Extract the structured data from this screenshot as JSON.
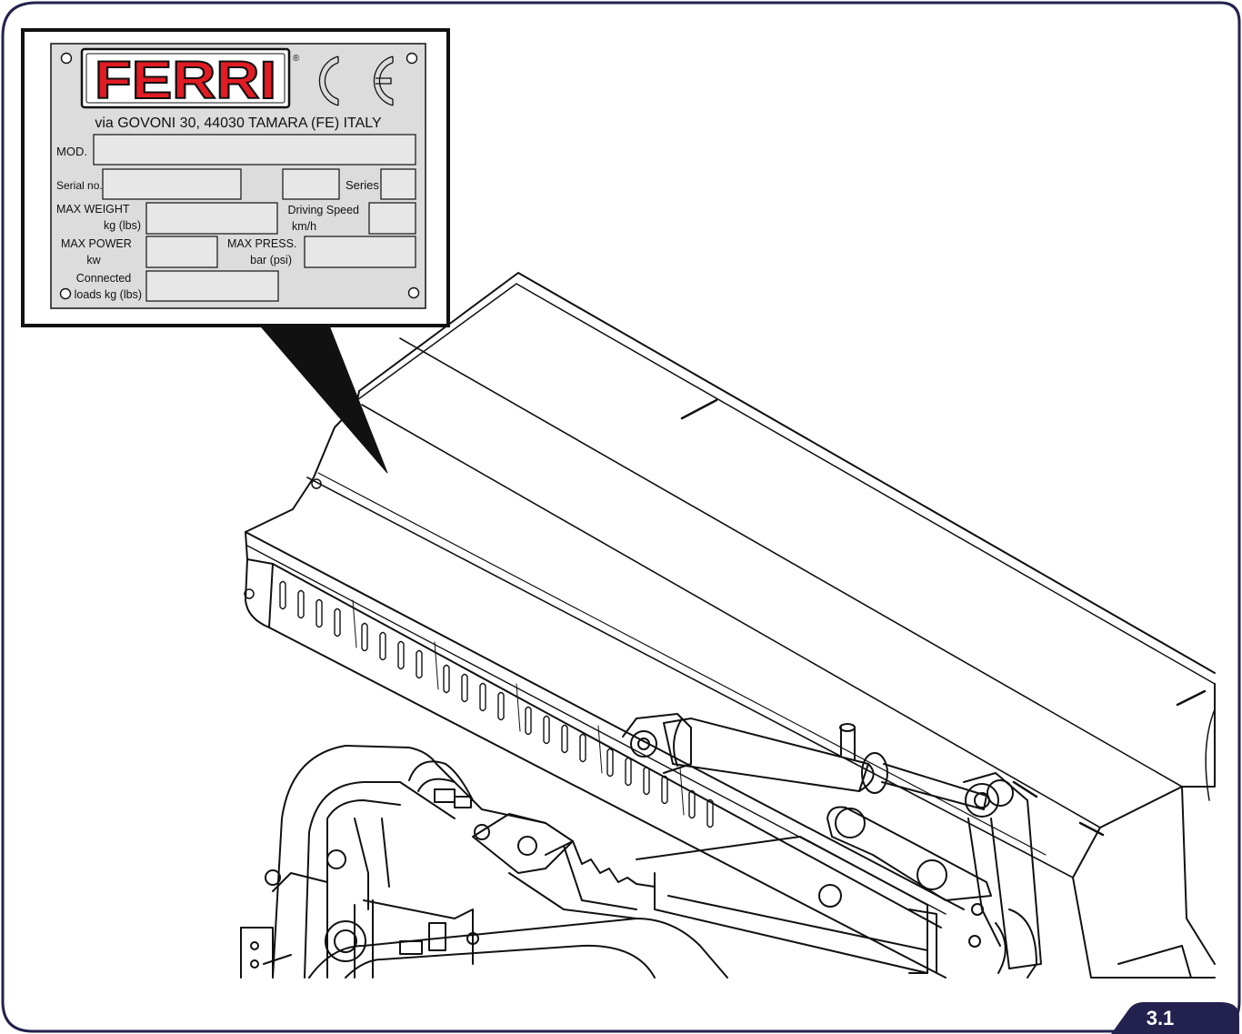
{
  "colors": {
    "frame": "#23224f",
    "plate_fill": "#dcdcdc",
    "field_fill": "#e7e7e7",
    "logo_red": "#e21c24",
    "line": "#111111"
  },
  "plate": {
    "brand": "FERRI",
    "registered_mark": "®",
    "ce_mark": "CE",
    "address": "via GOVONI 30, 44030 TAMARA (FE) ITALY",
    "labels": {
      "model": "MOD.",
      "serial": "Serial no.",
      "series": "Series",
      "max_weight": "MAX WEIGHT",
      "max_weight_unit": "kg (lbs)",
      "driving_speed": "Driving Speed",
      "driving_speed_unit": "km/h",
      "max_power": "MAX POWER",
      "max_power_unit": "kw",
      "max_press": "MAX PRESS.",
      "max_press_unit": "bar (psi)",
      "connected": "Connected",
      "connected_unit": "loads kg (lbs)"
    }
  },
  "figure": {
    "number": "3.1"
  }
}
